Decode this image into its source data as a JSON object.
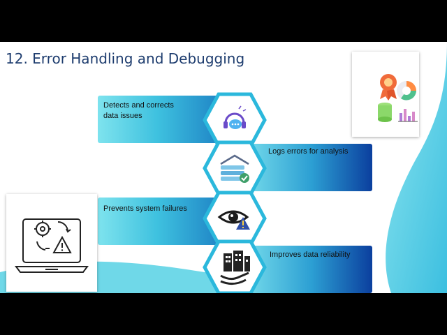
{
  "slide": {
    "title": "12. Error Handling and Debugging",
    "items": [
      {
        "text": "Detects and corrects data issues",
        "line1": "Detects and corrects",
        "line2": "data issues",
        "icon": "support-headset-icon"
      },
      {
        "text": "Logs errors for analysis",
        "icon": "waves-check-icon"
      },
      {
        "text": "Prevents system failures",
        "icon": "eye-warning-icon"
      },
      {
        "text": "Improves data reliability",
        "icon": "building-hand-icon"
      }
    ]
  },
  "colors": {
    "title": "#1d3c6e",
    "band_light": "#7ee3ee",
    "band_dark": "#0b3f9e",
    "hex_border": "#2bb8dc",
    "accent_teal": "#5fd3e4"
  },
  "icons": {
    "logo_graphic": "analytics-badge-icon",
    "laptop_graphic": "laptop-gear-warning-icon"
  }
}
